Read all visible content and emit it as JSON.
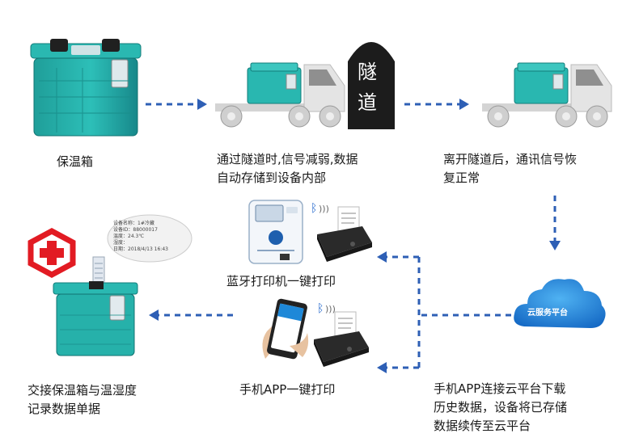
{
  "steps": {
    "cooler": "保温箱",
    "tunnel_weak": [
      "通过隧道时,信号减弱,数据",
      "自动存储到设备内部"
    ],
    "tunnel_exit": [
      "离开隧道后，通讯信号恢",
      "复正常"
    ],
    "bt_print": "蓝牙打印机一键打印",
    "app_print": "手机APP一键打印",
    "cloud_download": [
      "手机APP连接云平台下载",
      "历史数据，设备将已存储",
      "数据续传至云平台"
    ],
    "handover": [
      "交接保温箱与温湿度",
      "记录数据单据"
    ]
  },
  "tunnel_label": [
    "隧",
    "道"
  ],
  "cloud_label": "云服务平台",
  "receipt_lines": [
    "设备名称：1#冷藏",
    "设备ID：88000017",
    "温度：24.3℃",
    "湿度：",
    "日期：2018/4/13 16:43"
  ],
  "colors": {
    "teal": "#27b3ad",
    "teal_dark": "#13898a",
    "arrow": "#2e5fb5",
    "cloud": "#1e88d8",
    "cross": "#e21b23",
    "truck": "#e6e6e6"
  }
}
